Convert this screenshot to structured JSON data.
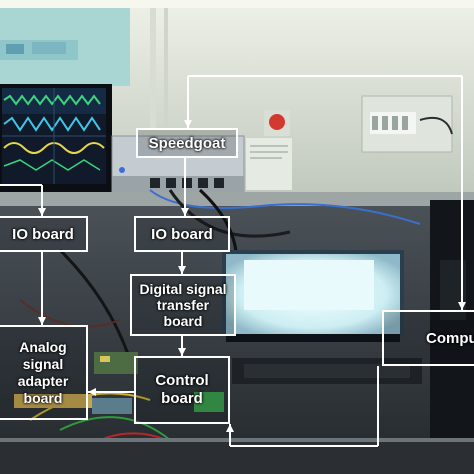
{
  "labels": {
    "speedgoat": "Speedgoat",
    "io_board_left": "IO board",
    "io_board_right": "IO board",
    "digital_transfer": "Digital signal\ntransfer\nboard",
    "analog_adapter": "Analog\nsignal\nadapter\nboard",
    "control_board": "Control\nboard",
    "computer": "Computer"
  },
  "colors": {
    "wall": "#c9d0c4",
    "ceiling": "#e8ecdf",
    "desk": "#3a3f44",
    "screen_glow": "#d6f2f4",
    "monitor_trace": "#39d67c",
    "label_stroke": "#ffffff"
  }
}
